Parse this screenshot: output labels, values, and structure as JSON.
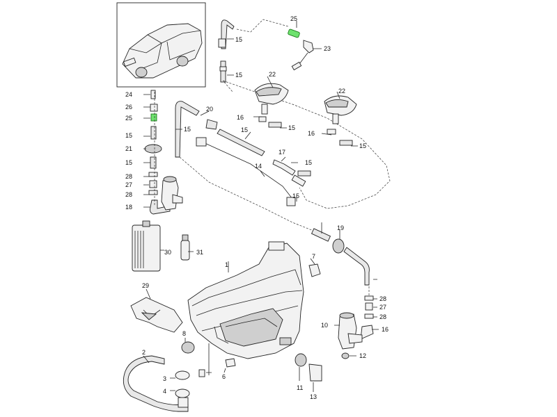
{
  "colors": {
    "highlight": "#6ee26e",
    "line": "#222222",
    "part_fill": "#f2f2f2"
  },
  "callouts": {
    "c1": "1",
    "c2": "2",
    "c3": "3",
    "c4": "4",
    "c6": "6",
    "c7": "7",
    "c8": "8",
    "c10": "10",
    "c11": "11",
    "c12": "12",
    "c13": "13",
    "c14": "14",
    "c15a": "15",
    "c15b": "15",
    "c15c": "15",
    "c15d": "15",
    "c15e": "15",
    "c15f": "15",
    "c15g": "15",
    "c15h": "15",
    "c15i": "15",
    "c15j": "15",
    "c16a": "16",
    "c16b": "16",
    "c16c": "16",
    "c17": "17",
    "c18": "18",
    "c19": "19",
    "c20": "20",
    "c21": "21",
    "c22a": "22",
    "c22b": "22",
    "c23": "23",
    "c24": "24",
    "c25a": "25",
    "c25b": "25",
    "c26": "26",
    "c27a": "27",
    "c27b": "27",
    "c28a": "28",
    "c28b": "28",
    "c28c": "28",
    "c28d": "28",
    "c29": "29",
    "c30": "30",
    "c31": "31"
  }
}
